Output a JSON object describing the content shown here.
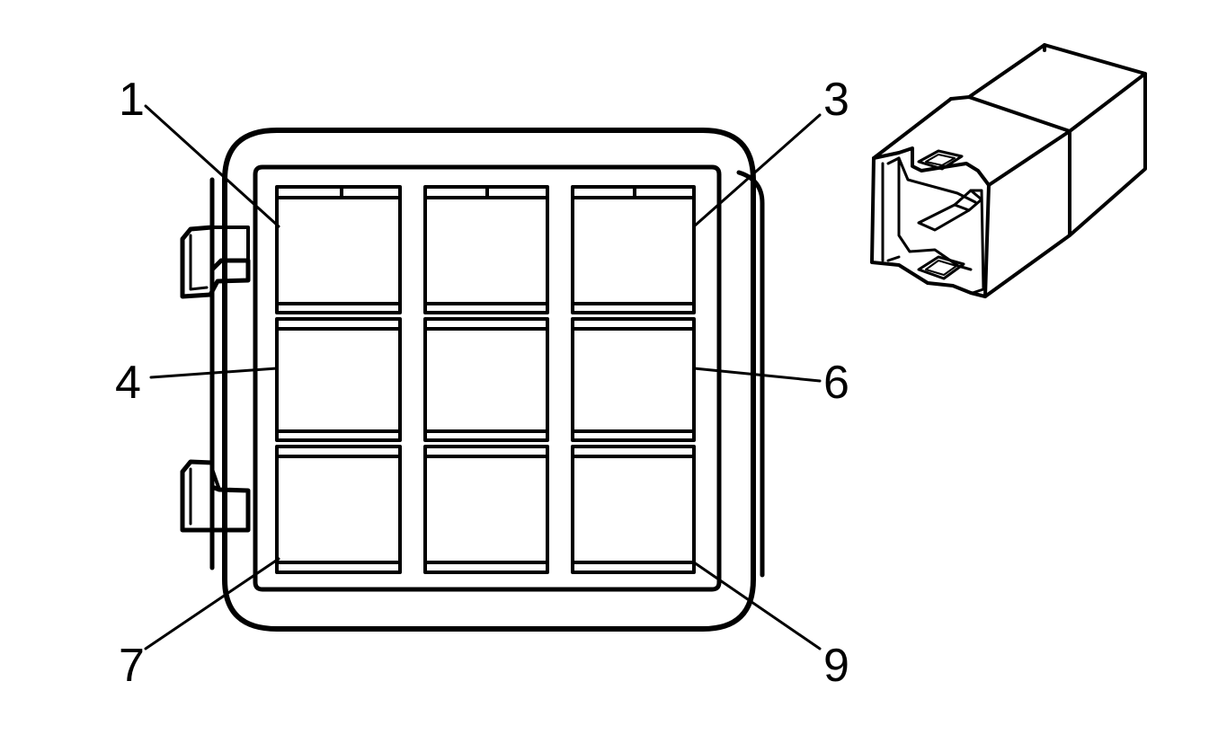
{
  "diagram": {
    "callouts": {
      "c1": "1",
      "c3": "3",
      "c4": "4",
      "c6": "6",
      "c7": "7",
      "c9": "9"
    },
    "colors": {
      "line": "#000000",
      "background": "#ffffff"
    }
  }
}
